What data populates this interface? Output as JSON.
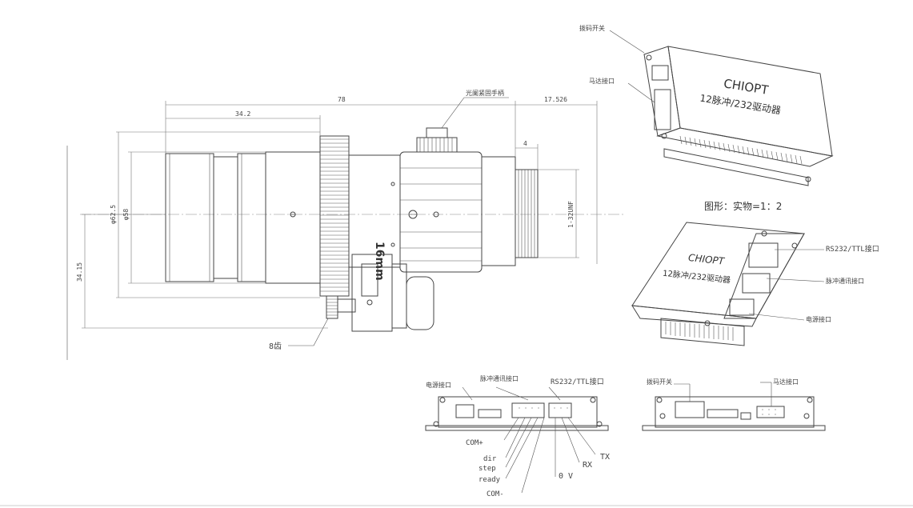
{
  "lens": {
    "dim_78": "78",
    "dim_17526": "17.526",
    "dim_342": "34.2",
    "dim_4": "4",
    "dim_phi625": "φ62.5",
    "dim_phi58": "φ58",
    "dim_3415": "34.15",
    "dim_132unf": "1-32UNF",
    "handle_label": "光阑紧固手柄",
    "gear_label": "8齿",
    "focal_mark": "16mm"
  },
  "driver_top": {
    "dip_label": "拨码开关",
    "motor_label": "马达接口",
    "brand": "CHIOPT",
    "model": "12脉冲/232驱动器"
  },
  "scale_note": "图形：实物=1：2",
  "driver_mid": {
    "rs232_label": "RS232/TTL接口",
    "pulse_label": "脉冲通讯接口",
    "power_label": "电源接口",
    "brand": "CHIOPT",
    "model": "12脉冲/232驱动器"
  },
  "front_view": {
    "power_label": "电源接口",
    "pulse_label": "脉冲通讯接口",
    "rs232_label": "RS232/TTL接口",
    "pins": [
      "COM+",
      "dir",
      "step",
      "ready",
      "COM-"
    ],
    "tx": "TX",
    "rx": "RX",
    "ov": "0 V"
  },
  "back_view": {
    "dip_label": "拨码开关",
    "motor_label": "马达接口"
  }
}
